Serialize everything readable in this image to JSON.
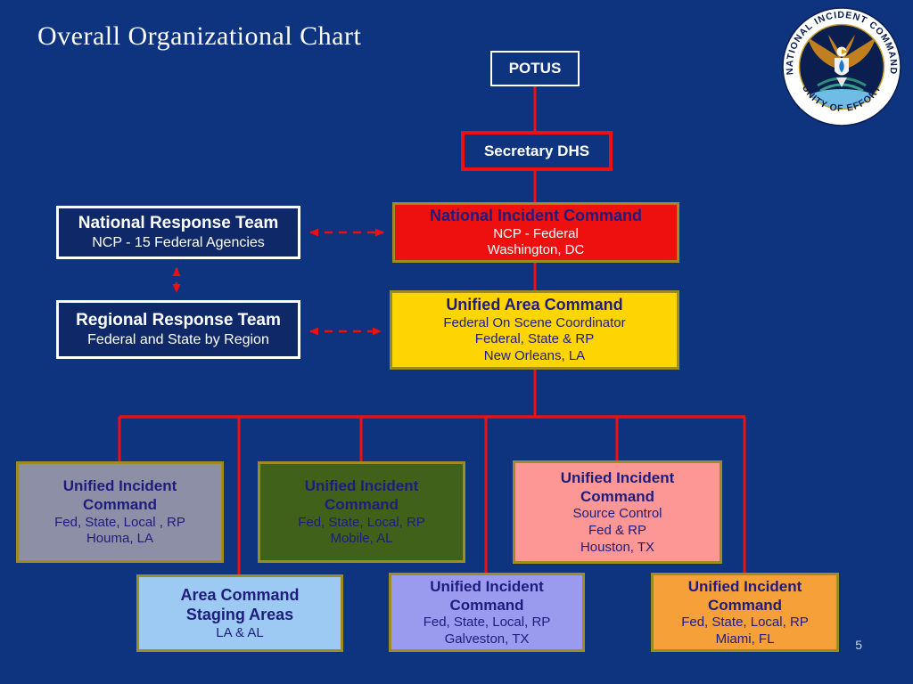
{
  "slide": {
    "title": "Overall Organizational Chart",
    "page_number": "5",
    "background_color": "#0E3480",
    "connector_color": "#EE0F0F",
    "box_border_olive": "#9C8C22",
    "navy_text_color": "#201C7E"
  },
  "seal": {
    "top_text": "NATIONAL INCIDENT COMMAND",
    "bottom_text": "UNITY OF EFFORT"
  },
  "boxes": {
    "potus": {
      "title": "POTUS"
    },
    "secretary_dhs": {
      "title": "Secretary DHS"
    },
    "national_response_team": {
      "title": "National Response Team",
      "details": [
        "NCP - 15 Federal Agencies"
      ]
    },
    "regional_response_team": {
      "title": "Regional Response Team",
      "details": [
        "Federal and State by Region"
      ]
    },
    "national_incident_command": {
      "title": "National Incident Command",
      "details": [
        "NCP - Federal",
        "Washington, DC"
      ],
      "fill": "#EE0F0F"
    },
    "unified_area_command": {
      "title": "Unified Area Command",
      "details": [
        "Federal On Scene Coordinator",
        "Federal, State & RP",
        "New Orleans, LA"
      ],
      "fill": "#FFD500"
    },
    "uic_houma": {
      "title": "Unified Incident Command",
      "details": [
        "Fed, State, Local , RP",
        "Houma, LA"
      ],
      "fill": "#8C8FA5"
    },
    "uic_mobile": {
      "title": "Unified Incident Command",
      "details": [
        "Fed, State, Local, RP",
        "Mobile, AL"
      ],
      "fill": "#3F611A"
    },
    "uic_houston": {
      "title": "Unified Incident Command",
      "details": [
        "Source Control",
        "Fed & RP",
        "Houston, TX"
      ],
      "fill": "#FC9795"
    },
    "area_command_staging": {
      "title": "Area Command Staging Areas",
      "details": [
        "LA & AL"
      ],
      "fill": "#9CCAF2"
    },
    "uic_galveston": {
      "title": "Unified Incident Command",
      "details": [
        "Fed, State, Local, RP",
        "Galveston, TX"
      ],
      "fill": "#9A9AEE"
    },
    "uic_miami": {
      "title": "Unified Incident Command",
      "details": [
        "Fed, State, Local, RP",
        "Miami, FL"
      ],
      "fill": "#F5A038"
    }
  }
}
